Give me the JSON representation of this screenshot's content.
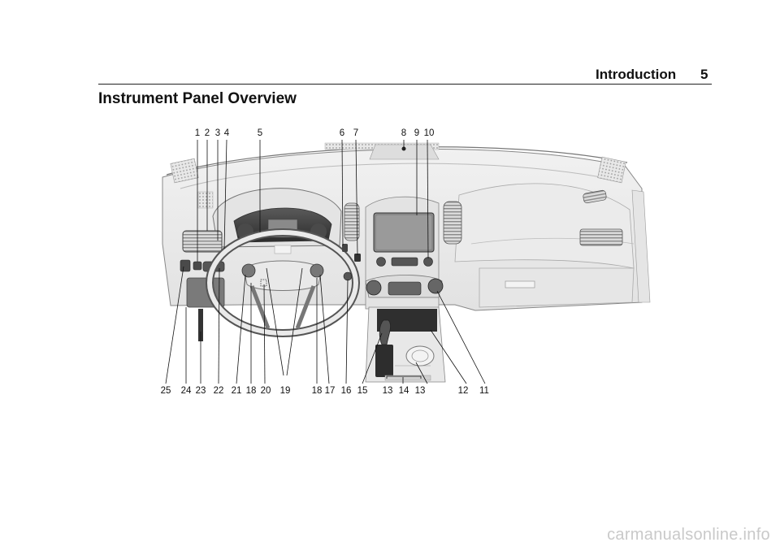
{
  "header": {
    "section": "Introduction",
    "page_number": "5"
  },
  "section_title": "Instrument Panel Overview",
  "callouts_top": [
    "1",
    "2",
    "3",
    "4",
    "5",
    "6",
    "7",
    "8",
    "9",
    "10"
  ],
  "callouts_bottom": [
    "25",
    "24",
    "23",
    "22",
    "21",
    "18",
    "20",
    "19",
    "18",
    "17",
    "16",
    "15",
    "13",
    "14",
    "13",
    "12",
    "11"
  ],
  "watermark": "carmanualsonline.info"
}
